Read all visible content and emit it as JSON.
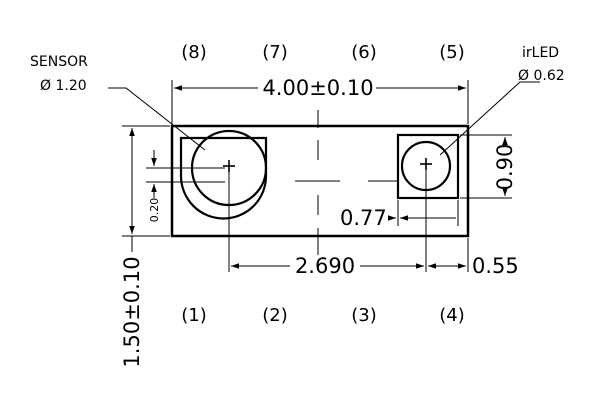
{
  "pins_top": [
    "(8)",
    "(7)",
    "(6)",
    "(5)"
  ],
  "pins_bottom": [
    "(1)",
    "(2)",
    "(3)",
    "(4)"
  ],
  "sensor": {
    "name": "SENSOR",
    "diameter": "Ø 1.20"
  },
  "irled": {
    "name": "irLED",
    "diameter": "Ø 0.62"
  },
  "dimensions": {
    "width": "4.00±0.10",
    "height": "1.50±0.10",
    "pitch": "2.690",
    "right_offset": "0.55",
    "led_width": "0.77",
    "led_height": "0.90",
    "sensor_offset": "0.20"
  }
}
